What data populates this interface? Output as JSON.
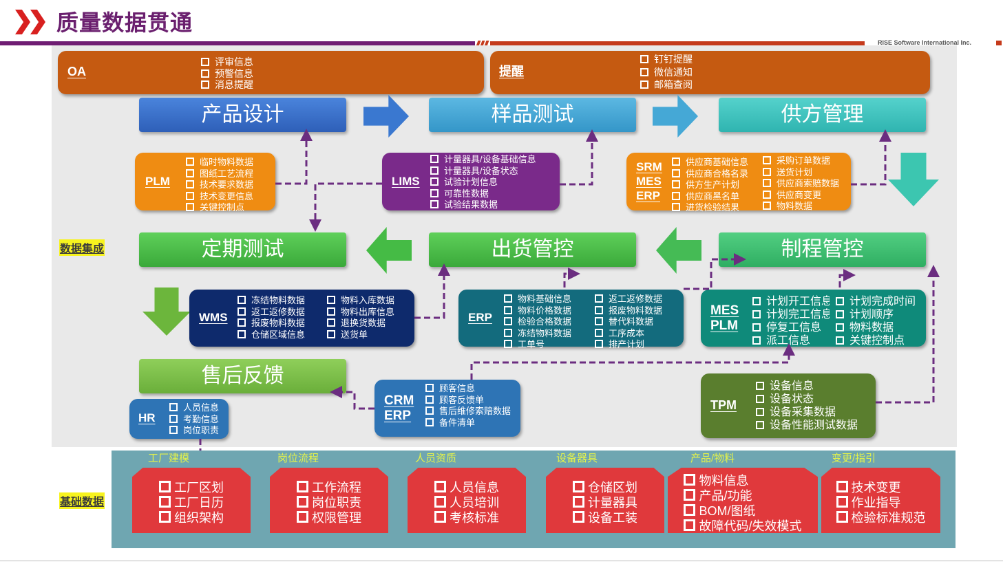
{
  "title": "质量数据贯通",
  "company": "RISE Software International Inc.",
  "labels": {
    "integration": "数据集成",
    "base": "基础数据"
  },
  "oa": {
    "name": "OA",
    "items": [
      "评审信息",
      "预警信息",
      "消息提醒"
    ]
  },
  "remind": {
    "name": "提醒",
    "items": [
      "钉钉提醒",
      "微信通知",
      "邮箱查阅"
    ]
  },
  "process": {
    "design": "产品设计",
    "sample": "样品测试",
    "supplier": "供方管理",
    "periodic": "定期测试",
    "shipping": "出货管控",
    "production": "制程管控",
    "aftersales": "售后反馈"
  },
  "plm": {
    "name": "PLM",
    "items": [
      "临时物料数据",
      "图纸工艺流程",
      "技术要求数据",
      "技术变更信息",
      "关键控制点"
    ]
  },
  "lims": {
    "name": "LIMS",
    "items": [
      "计量器具/设备基础信息",
      "计量器具/设备状态",
      "试验计划信息",
      "可靠性数据",
      "试验结果数据"
    ]
  },
  "srm": {
    "names": [
      "SRM",
      "MES",
      "ERP"
    ],
    "col1": [
      "供应商基础信息",
      "供应商合格名录",
      "供方生产计划",
      "供应商黑名单",
      "进货检验结果"
    ],
    "col2": [
      "采购订单数据",
      "送货计划",
      "供应商索赔数据",
      "供应商变更",
      "物料数据"
    ]
  },
  "wms": {
    "name": "WMS",
    "col1": [
      "冻结物料数据",
      "返工返修数据",
      "报废物料数据",
      "仓储区域信息"
    ],
    "col2": [
      "物料入库数据",
      "物料出库信息",
      "退换货数据",
      "送货单"
    ]
  },
  "erp": {
    "name": "ERP",
    "col1": [
      "物料基础信息",
      "物料价格数据",
      "检验合格数据",
      "冻结物料数据",
      "工单号"
    ],
    "col2": [
      "返工返修数据",
      "报废物料数据",
      "替代料数据",
      "工序成本",
      "排产计划"
    ]
  },
  "mes": {
    "names": [
      "MES",
      "PLM"
    ],
    "col1": [
      "计划开工信息",
      "计划完工信息",
      "停复工信息",
      "派工信息"
    ],
    "col2": [
      "计划完成时间",
      "计划顺序",
      "物料数据",
      "关键控制点"
    ]
  },
  "crm": {
    "names": [
      "CRM",
      "ERP"
    ],
    "items": [
      "顾客信息",
      "顾客反馈单",
      "售后维修索赔数据",
      "备件清单"
    ]
  },
  "hr": {
    "name": "HR",
    "items": [
      "人员信息",
      "考勤信息",
      "岗位职责"
    ]
  },
  "tpm": {
    "name": "TPM",
    "items": [
      "设备信息",
      "设备状态",
      "设备采集数据",
      "设备性能测试数据"
    ]
  },
  "base": [
    {
      "category": "工厂建模",
      "items": [
        "工厂区划",
        "工厂日历",
        "组织架构"
      ]
    },
    {
      "category": "岗位流程",
      "items": [
        "工作流程",
        "岗位职责",
        "权限管理"
      ]
    },
    {
      "category": "人员资质",
      "items": [
        "人员信息",
        "人员培训",
        "考核标准"
      ]
    },
    {
      "category": "设备器具",
      "items": [
        "仓储区划",
        "计量器具",
        "设备工装"
      ]
    },
    {
      "category": "产品/物料",
      "items": [
        "物料信息",
        "产品/功能",
        "BOM/图纸",
        "故障代码/失效模式"
      ]
    },
    {
      "category": "变更/指引",
      "items": [
        "技术变更",
        "作业指导",
        "检验标准规范"
      ]
    }
  ],
  "colors": {
    "purple": "#6f1d73",
    "orange": "#c55a11",
    "link": "#6b2d80",
    "red": "#e0393c"
  }
}
